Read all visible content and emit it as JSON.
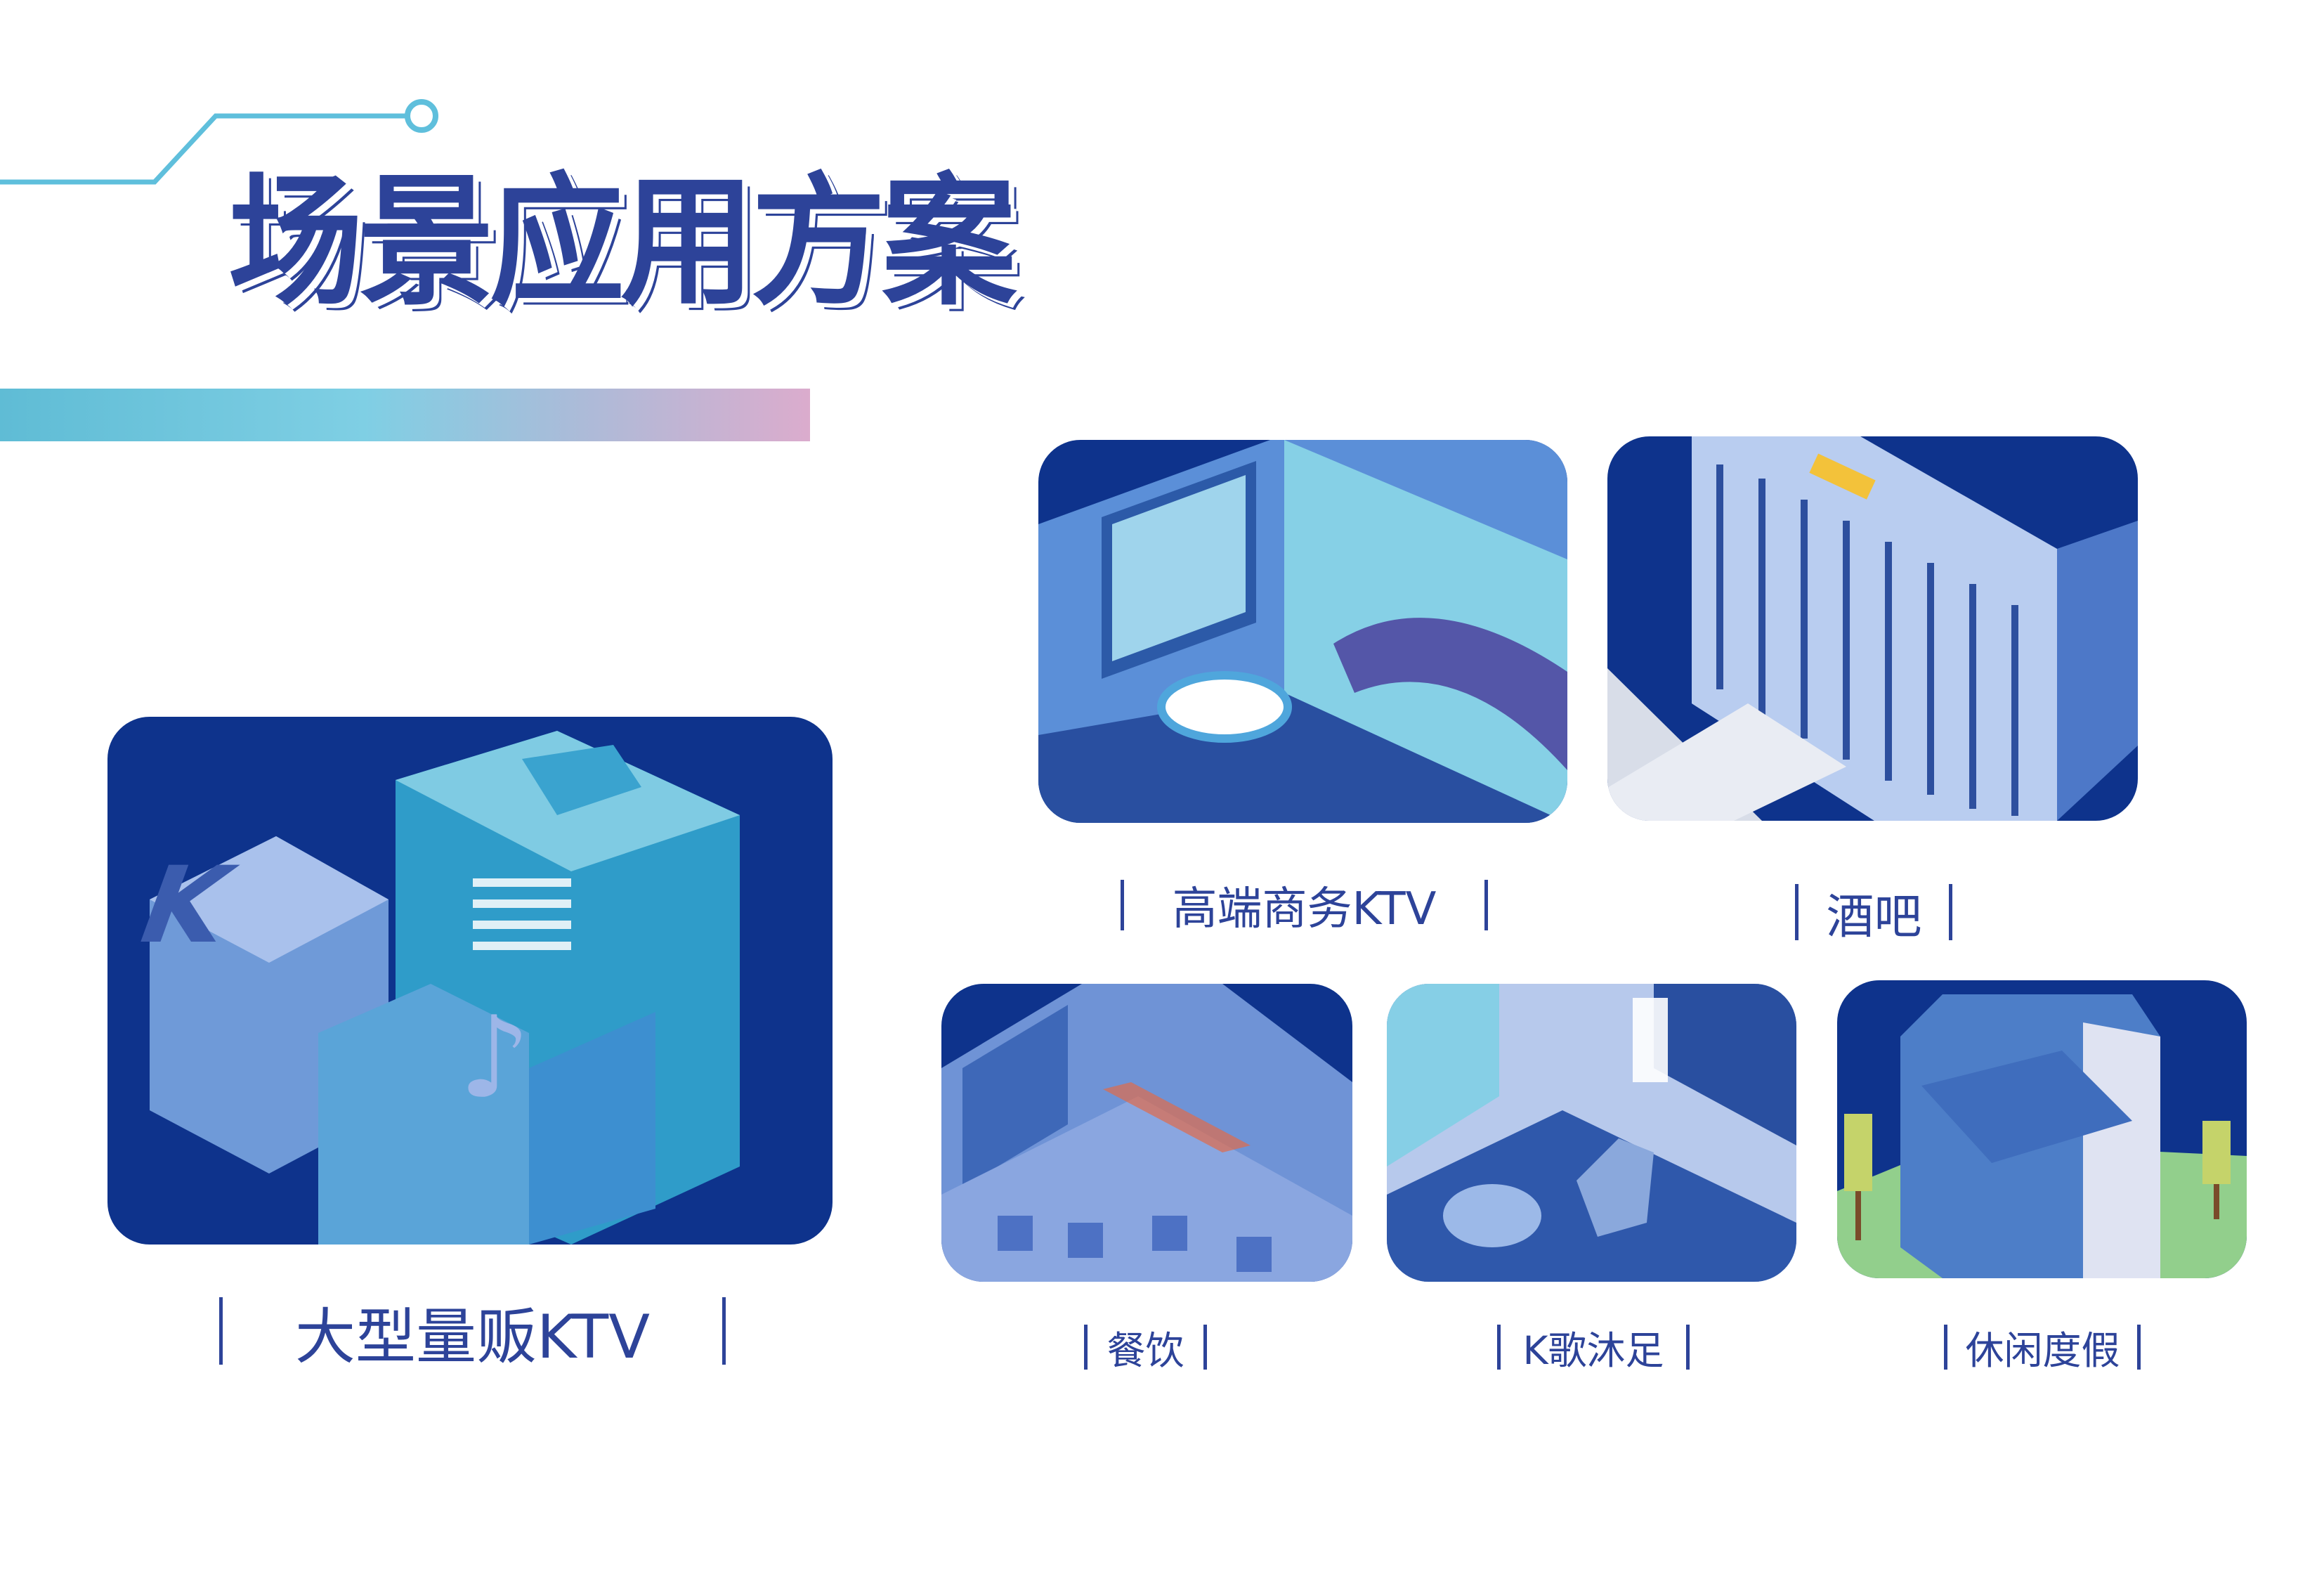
{
  "header": {
    "title": "场景应用方案"
  },
  "scenes": [
    {
      "label": "大型量贩KTV"
    },
    {
      "label": "高端商务KTV"
    },
    {
      "label": "酒吧"
    },
    {
      "label": "餐饮"
    },
    {
      "label": "K歌沐足"
    },
    {
      "label": "休闲度假"
    }
  ],
  "colors": {
    "primary": "#2d4399",
    "card_bg": "#0e338c",
    "accent_line": "#5fbfdc"
  }
}
